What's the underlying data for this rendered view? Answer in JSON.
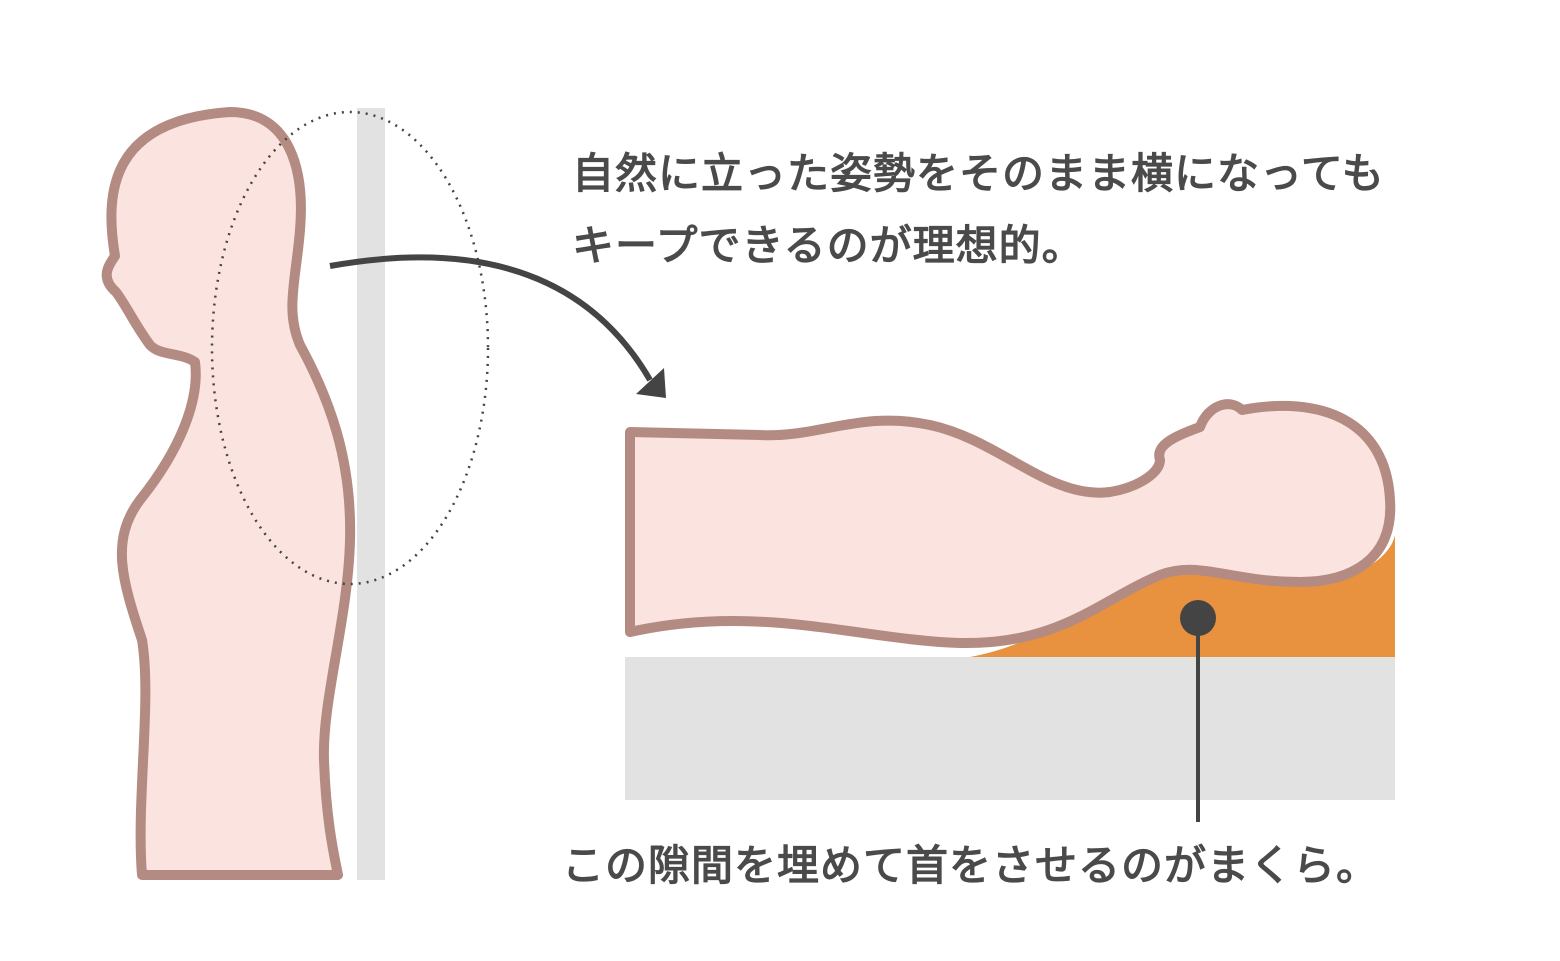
{
  "caption_top": {
    "line1": "自然に立った姿勢をそのまま横になっても",
    "line2": "キープできるのが理想的。"
  },
  "caption_bottom": "この隙間を埋めて首をさせるのがまくら。",
  "colors": {
    "skin": "#fbe4df",
    "outline": "#b48b82",
    "pillow": "#e8913f",
    "mattress": "#e2e2e2",
    "ink": "#444444"
  }
}
